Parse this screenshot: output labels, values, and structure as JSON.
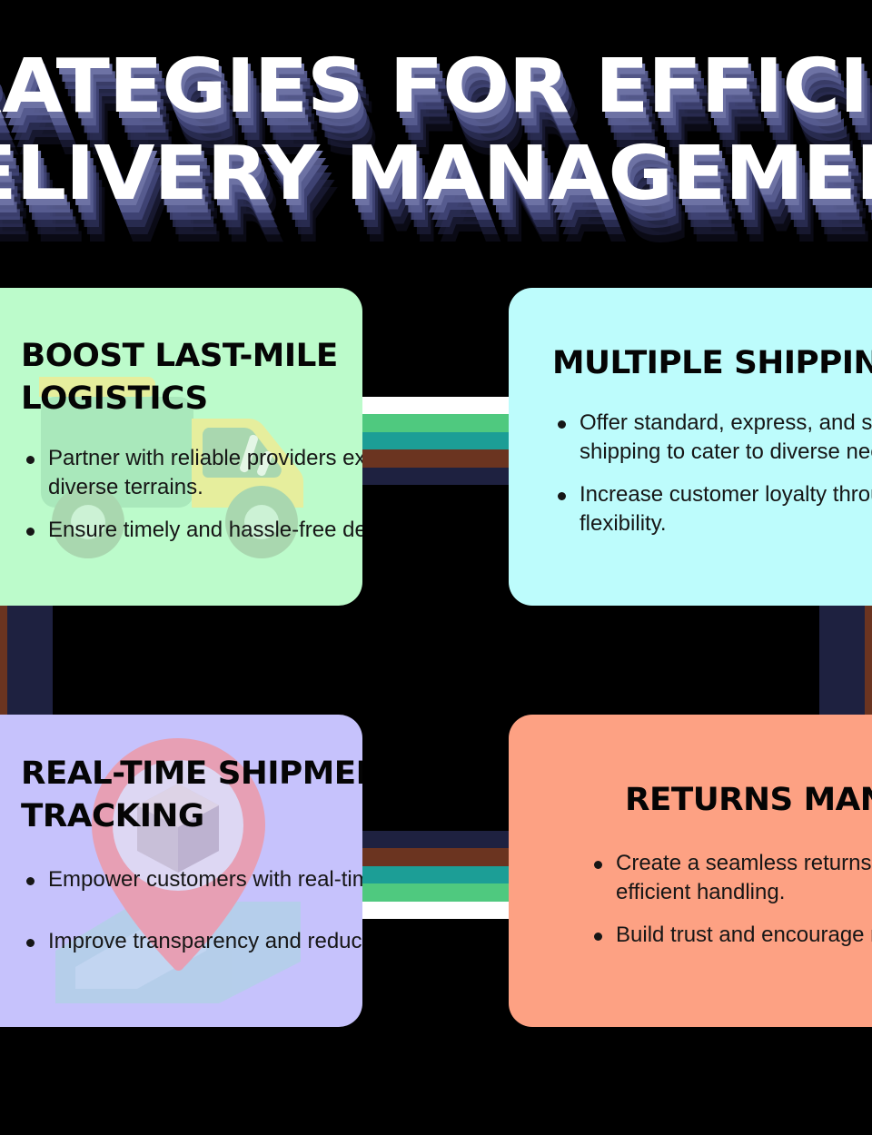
{
  "poster": {
    "background_color": "#000000",
    "title": {
      "line1": "STRATEGIES FOR EFFICIENT",
      "line2": "DELIVERY MANAGEMENT",
      "text_color": "#FFFFFF",
      "shadow_color": "#7E83B2"
    }
  },
  "cards": [
    {
      "id": "card-1",
      "title": "BOOST LAST-MILE",
      "title2": "LOGISTICS",
      "background_color": "#BCFBCB",
      "icon": "delivery-truck-icon",
      "bullets": [
        {
          "line1": "Partner with reliable providers experienced in",
          "line2": "diverse terrains."
        },
        {
          "line1": "Ensure timely and hassle-free deliveries.",
          "line2": ""
        }
      ]
    },
    {
      "id": "card-2",
      "title": "MULTIPLE SHIPPING OPTIONS",
      "title2": "",
      "background_color": "#BDFCFC",
      "icon": "package-box-icon",
      "bullets": [
        {
          "line1": "Offer standard, express, and same-day",
          "line2": "shipping to cater to diverse needs."
        },
        {
          "line1": "Increase customer loyalty through",
          "line2": "flexibility."
        }
      ]
    },
    {
      "id": "card-3",
      "title": "REAL-TIME SHIPMENT",
      "title2": "TRACKING",
      "background_color": "#C6C2FC",
      "icon": "map-pin-location-icon",
      "bullets": [
        {
          "line1": "Empower customers with real-time tracking",
          "line2": ""
        },
        {
          "line1": "Improve transparency and reduce inquiries.",
          "line2": ""
        }
      ]
    },
    {
      "id": "card-4",
      "title": "RETURNS MANAGEMENT",
      "title2": "",
      "background_color": "#FDA183",
      "icon": "return-arrow-icon",
      "bullets": [
        {
          "line1": "Create a seamless returns process with",
          "line2": "efficient handling."
        },
        {
          "line1": "Build trust and encourage repeat purchases.",
          "line2": ""
        }
      ]
    }
  ],
  "connectors": {
    "top": {
      "orientation": "horizontal",
      "stripes": [
        "#FFFFFF",
        "#4FC97F",
        "#1C9E96",
        "#6B3420",
        "#1E2140"
      ]
    },
    "bottom": {
      "orientation": "horizontal",
      "stripes": [
        "#1E2140",
        "#6B3420",
        "#1C9E96",
        "#4FC97F",
        "#FFFFFF"
      ]
    },
    "left": {
      "orientation": "vertical",
      "stripes": [
        "#6B3420",
        "#1E2140"
      ]
    },
    "right": {
      "orientation": "vertical",
      "stripes": [
        "#1E2140",
        "#6B3420"
      ]
    }
  }
}
